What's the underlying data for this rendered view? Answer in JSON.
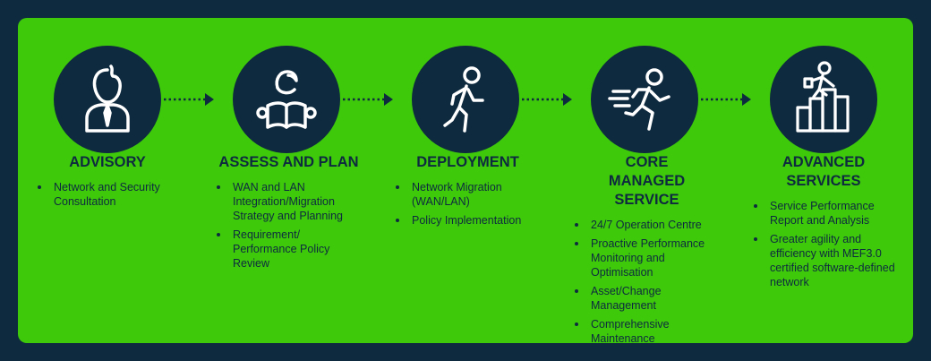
{
  "colors": {
    "background": "#0e2a3f",
    "panel": "#3ec90b",
    "text": "#0e2a3f",
    "icon_stroke": "#ffffff"
  },
  "steps": [
    {
      "icon": "advisor-icon",
      "title": "ADVISORY",
      "items": [
        "Network and Security Consultation"
      ]
    },
    {
      "icon": "reading-person-icon",
      "title": "ASSESS AND PLAN",
      "items": [
        "WAN and LAN Integration/Migration Strategy and Planning",
        "Requirement/ Performance Policy Review"
      ]
    },
    {
      "icon": "walking-person-icon",
      "title": "DEPLOYMENT",
      "items": [
        "Network Migration (WAN/LAN)",
        "Policy Implementation"
      ]
    },
    {
      "icon": "running-person-icon",
      "title": "CORE MANAGED SERVICE",
      "items": [
        "24/7 Operation Centre",
        "Proactive Performance Monitoring and Optimisation",
        "Asset/Change Management",
        "Comprehensive Maintenance"
      ]
    },
    {
      "icon": "climbing-steps-icon",
      "title": "ADVANCED SERVICES",
      "items": [
        "Service Performance Report and Analysis",
        "Greater agility and efficiency with MEF3.0 certified software-defined network"
      ]
    }
  ]
}
